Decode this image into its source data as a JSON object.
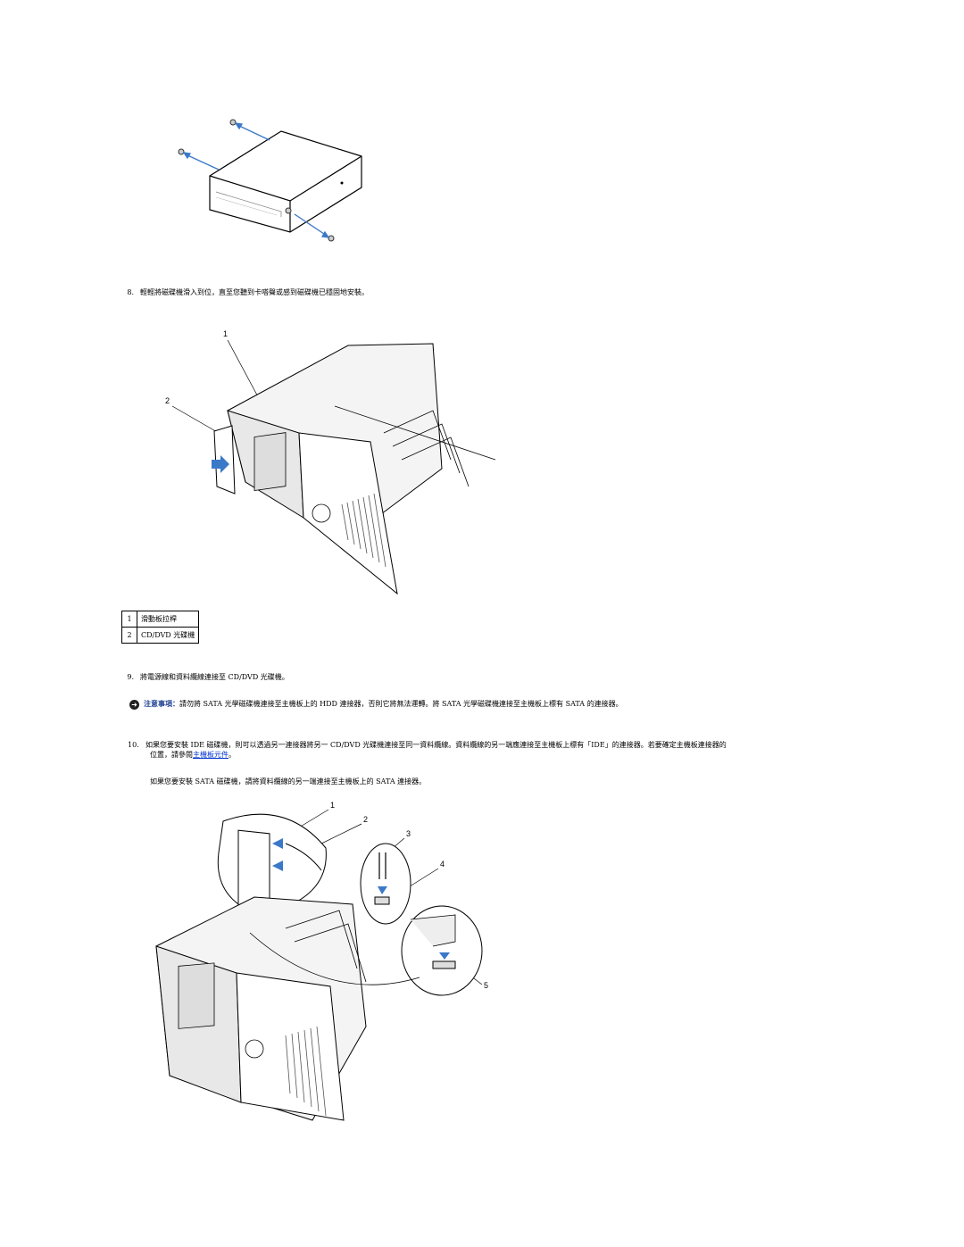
{
  "steps": {
    "step8": {
      "num": "8.",
      "text": "輕輕將磁碟機滑入到位，直至您聽到卡嗒聲或感到磁碟機已穩固地安裝。"
    },
    "step9": {
      "num": "9.",
      "text": "將電源線和資料纜線連接至 CD/DVD 光碟機。"
    },
    "step10": {
      "num": "10.",
      "line1": "如果您要安裝 IDE 磁碟機，則可以透過另一連接器將另一 CD/DVD 光碟機連接至同一資料纜線。資料纜線的另一端應連接至主機板上標有「IDE」的連接器。若要確定主機板連接器的",
      "line2_prefix": "位置，請參閱",
      "link": "主機板元件",
      "line2_suffix": "。",
      "sata_text": "如果您要安裝 SATA 磁碟機，請將資料纜線的另一端連接至主機板上的 SATA 連接器。"
    }
  },
  "callout_table": [
    {
      "num": "1",
      "label": "滑動板拉桿"
    },
    {
      "num": "2",
      "label": "CD/DVD 光碟機"
    }
  ],
  "notice": {
    "label": "注意事項：",
    "text": "請勿將 SATA 光學磁碟機連接至主機板上的 HDD 連接器，否則它將無法運轉。將 SATA 光學磁碟機連接至主機板上標有 SATA 的連接器。"
  },
  "figure2_callouts": [
    "1",
    "2"
  ],
  "figure3_callouts": [
    "1",
    "2",
    "3",
    "4",
    "5"
  ],
  "colors": {
    "arrow": "#3a78c8",
    "link": "#0033cc",
    "notice_label": "#1f3f91"
  }
}
